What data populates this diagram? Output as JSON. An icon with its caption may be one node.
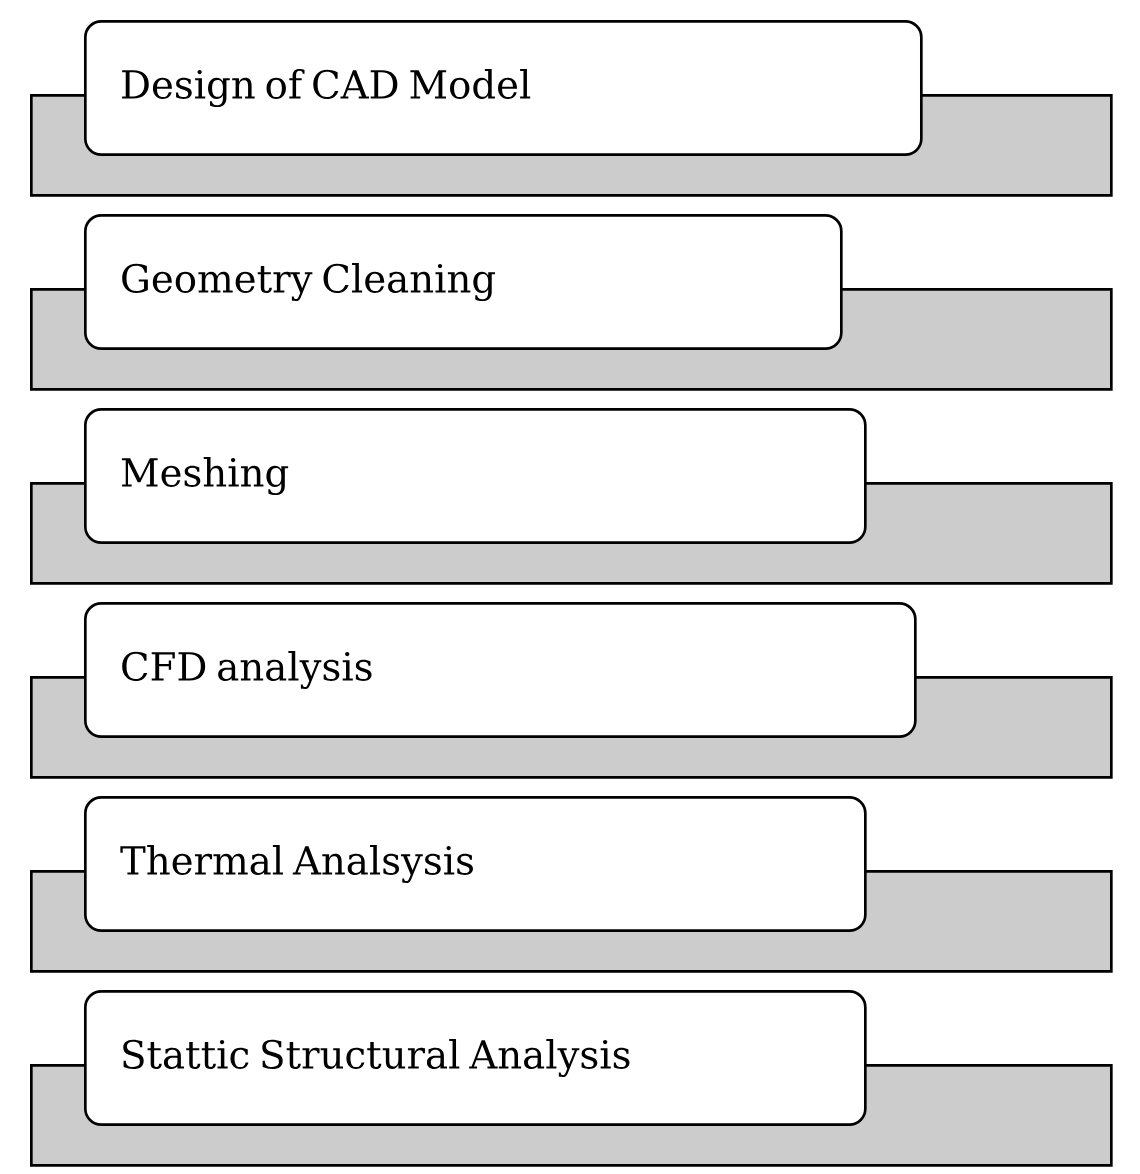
{
  "diagram": {
    "nodes": [
      {
        "text": [
          "Design of CAD Model"
        ]
      },
      {
        "text": [],
        "shape": "bar"
      },
      {
        "text": [
          "Geometry Cleaning"
        ]
      },
      {
        "text": [],
        "shape": "bar"
      },
      {
        "text": [
          "Meshing"
        ]
      },
      {
        "text": [],
        "shape": "bar"
      },
      {
        "text": [
          "CFD analysis"
        ]
      },
      {
        "text": [],
        "shape": "bar"
      },
      {
        "text": [
          "Thermal Analsysis"
        ]
      },
      {
        "text": [],
        "shape": "bar"
      },
      {
        "text": [
          "Stattic Structural Analysis"
        ]
      },
      {
        "text": [],
        "shape": "bar"
      }
    ]
  }
}
